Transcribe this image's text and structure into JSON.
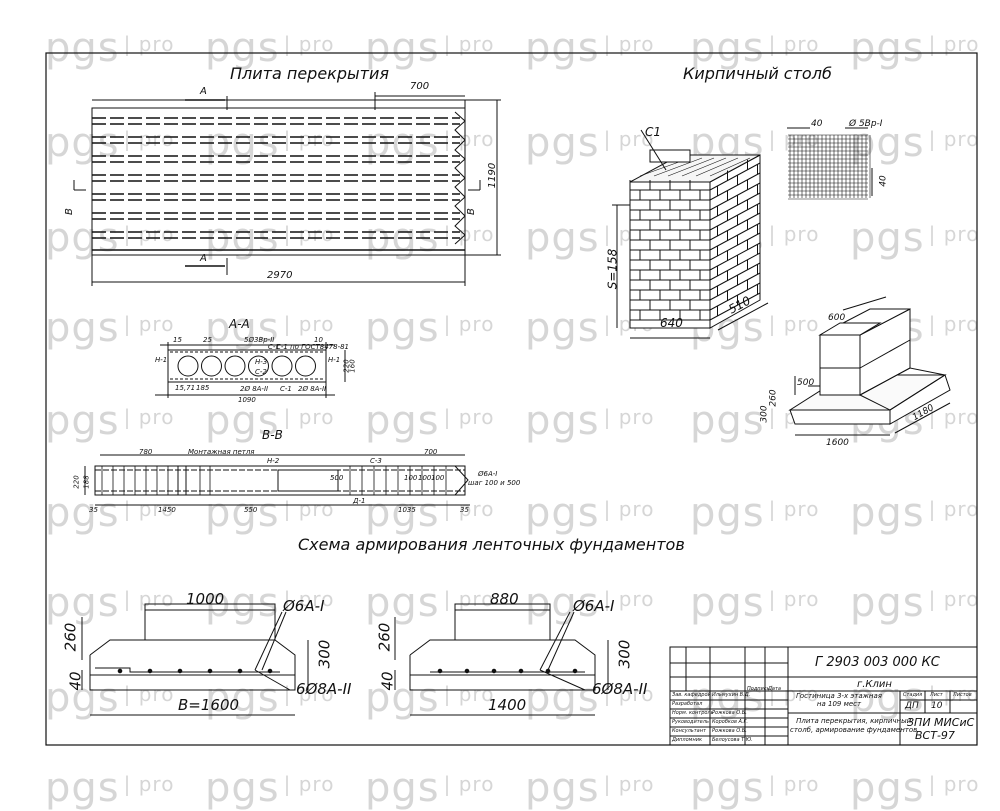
{
  "watermark": {
    "brand": "pgs",
    "suffix": "pro"
  },
  "titles": {
    "slab": "Плита перекрытия",
    "column": "Кирпичный столб",
    "section_aa": "А-А",
    "section_bb": "В-В",
    "strip_scheme": "Схема армирования ленточных фундаментов"
  },
  "slab": {
    "section_mark_a": "А",
    "section_mark_b": "В",
    "dim_700": "700",
    "dim_length": "2970",
    "dim_width": "1190"
  },
  "column": {
    "c1_label": "С1",
    "height": "S=158",
    "width_front": "640",
    "width_side": "510",
    "mesh_step": "40",
    "mesh_rebar": "Ø 5Вр-I",
    "mesh_step_side": "40"
  },
  "foundation_3d": {
    "d600": "600",
    "d500": "500",
    "d260": "260",
    "d300": "300",
    "d1600": "1600",
    "d1180": "1180"
  },
  "section_aa": {
    "d15": "15",
    "d25": "25",
    "d10": "10",
    "d1090": "1090",
    "d185": "185",
    "d1571": "15,71",
    "d220": "220",
    "d160": "160",
    "n1a": "Н-1",
    "n1b": "Н-1",
    "n3": "Н-3",
    "c1": "С-1",
    "c1b": "С-1",
    "c2": "С-2",
    "note1": "5Ø3Вр-II",
    "note2": "С-1 по ГОСТ8478-81",
    "note3": "2Ø 8А-II",
    "note4": "2Ø 8А-II"
  },
  "section_bb": {
    "mount_loop": "Монтажная петля",
    "n2": "Н-2",
    "c3": "С-3",
    "d1": "Д-1",
    "d780": "780",
    "d700": "700",
    "d500": "500",
    "d100a": "100",
    "d100b": "100",
    "d100c": "100",
    "d1450": "1450",
    "d550": "550",
    "d1035": "1035",
    "d35a": "35",
    "d35b": "35",
    "d220": "220",
    "d188": "188",
    "rebar": "Ø6А-I",
    "rebar_step": "шаг 100 и 500"
  },
  "strip1": {
    "top": "1000",
    "bottom": "В=1600",
    "h260": "260",
    "h300": "300",
    "h40": "40",
    "rebar_top": "Ø6А-I",
    "rebar_bot": "6Ø8А-II"
  },
  "strip2": {
    "top": "880",
    "bottom": "1400",
    "h260": "260",
    "h300": "300",
    "h40": "40",
    "rebar_top": "Ø6А-I",
    "rebar_bot": "6Ø8А-II"
  },
  "stamp": {
    "code": "Г 2903   003   000 КС",
    "city": "г.Клин",
    "h_sign": "Подпись",
    "h_date": "Дата",
    "project": "Гостиница 3-х этажная\nна 109 мест",
    "h_stage": "Стадия",
    "h_sheet": "Лист",
    "h_sheets": "Листов",
    "stage": "ДП",
    "sheet": "10",
    "sheet_title": "Плита перекрытия, кирпичный\nстолб, армирование фундаментов",
    "org": "ЗПИ  МИСиС",
    "group": "ВСТ-97",
    "rows": [
      {
        "role": "Зав. кафедрой",
        "name": "Ильмухин В.Д."
      },
      {
        "role": "Разработал",
        "name": ""
      },
      {
        "role": "Норм. контроль",
        "name": "Рожкова О.Б."
      },
      {
        "role": "Руководитель",
        "name": "Коробков А.Г."
      },
      {
        "role": "Консультант",
        "name": "Рожкова О.Б."
      },
      {
        "role": "Дипломник",
        "name": "Белоусова Т.Ю."
      }
    ]
  }
}
